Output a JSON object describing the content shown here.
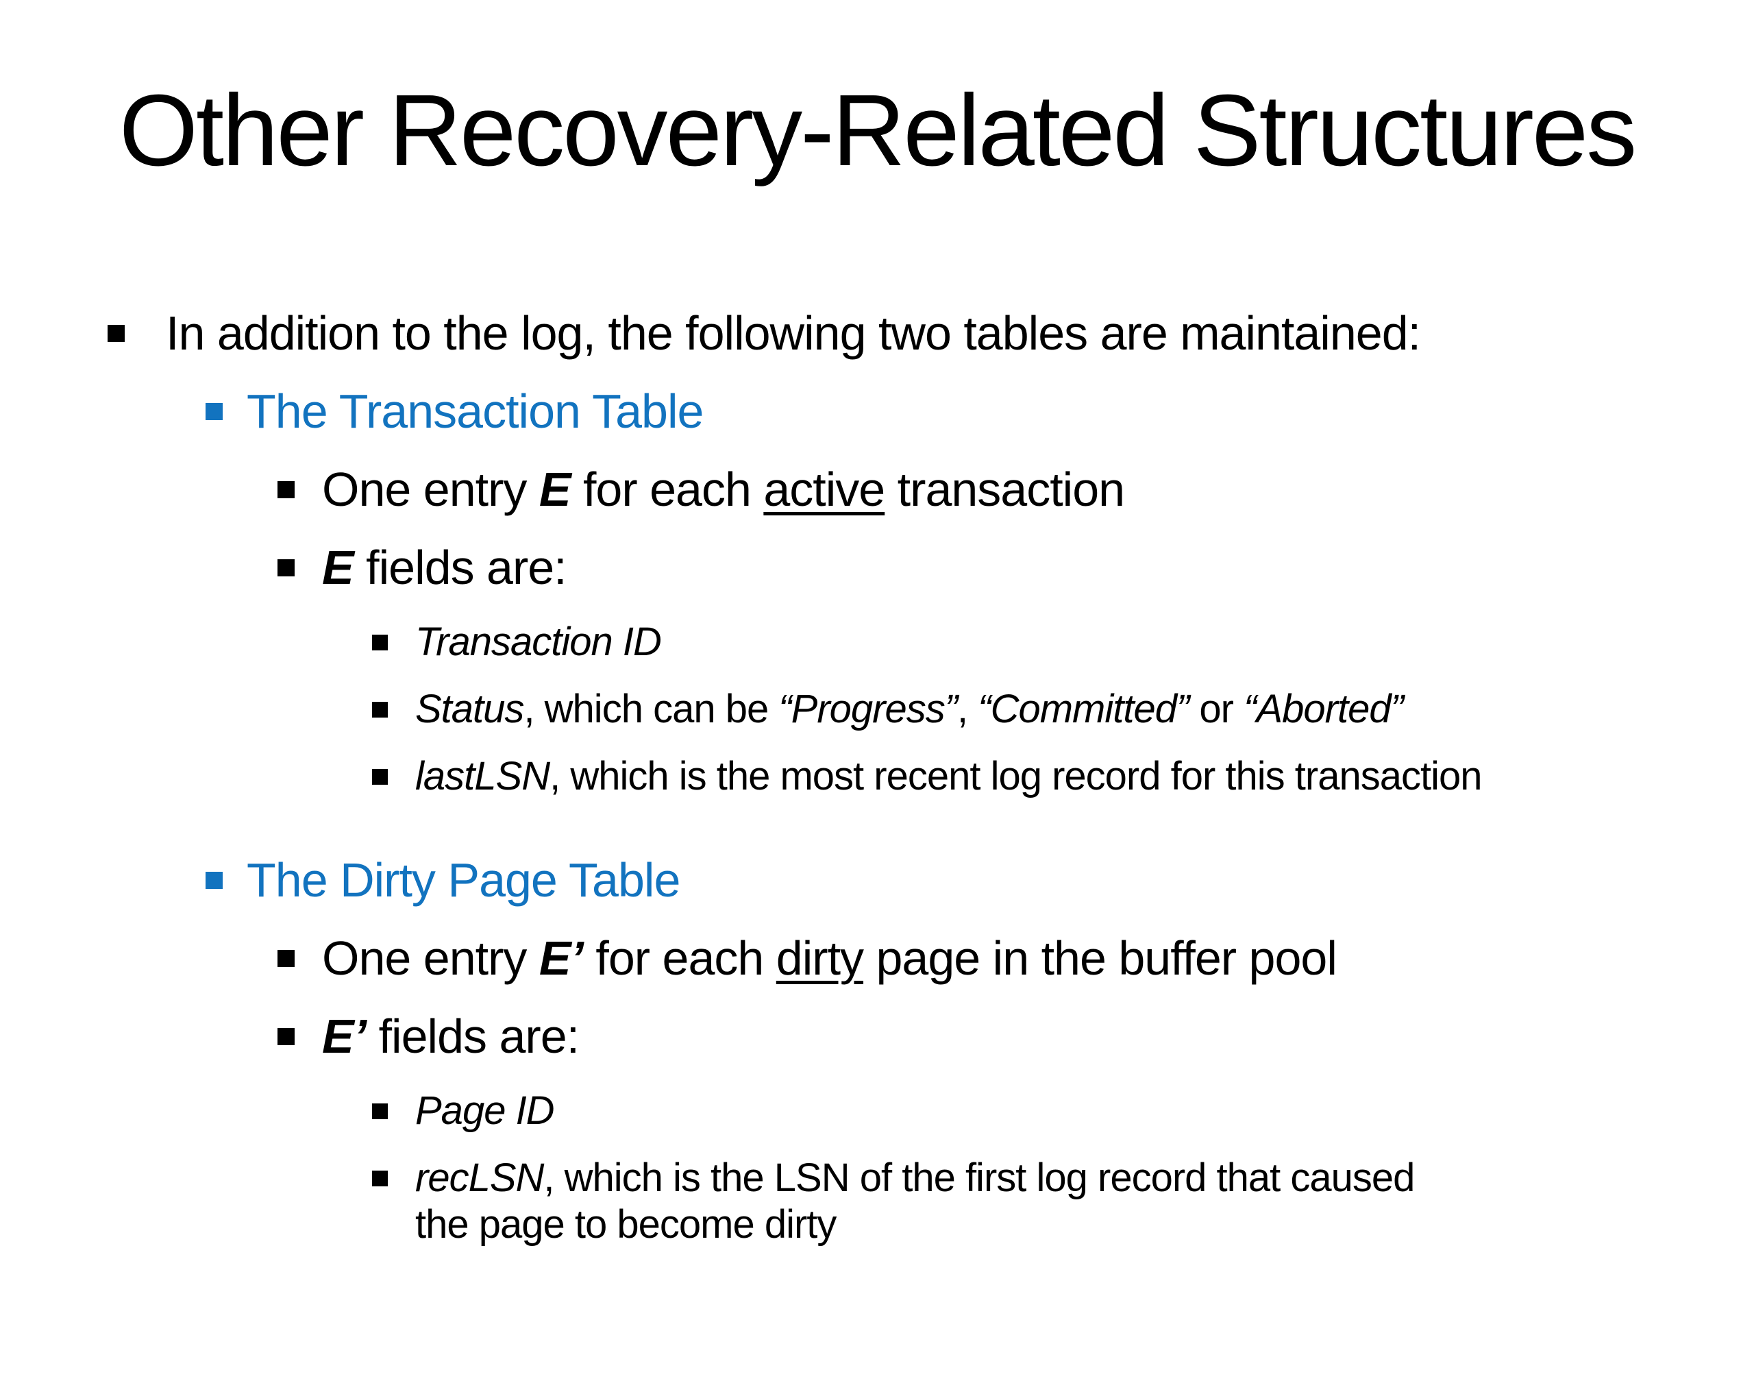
{
  "slide": {
    "background_color": "#FFFFFF",
    "text_color": "#000000",
    "accent_blue": "#1273BF",
    "title": "Other Recovery-Related Structures",
    "bullets": [
      {
        "level": 1,
        "runs": [
          {
            "text": "In addition to the log, the following two tables are maintained:"
          }
        ]
      },
      {
        "level": 2,
        "color": "blue",
        "runs": [
          {
            "text": "The Transaction Table"
          }
        ]
      },
      {
        "level": 3,
        "runs": [
          {
            "text": "One entry "
          },
          {
            "text": "E",
            "style": "bold-italic"
          },
          {
            "text": " for each "
          },
          {
            "text": "active",
            "style": "underline"
          },
          {
            "text": " transaction"
          }
        ]
      },
      {
        "level": 3,
        "runs": [
          {
            "text": "E",
            "style": "bold-italic"
          },
          {
            "text": " fields are:"
          }
        ]
      },
      {
        "level": 4,
        "runs": [
          {
            "text": "Transaction ID",
            "style": "italic"
          }
        ]
      },
      {
        "level": 4,
        "runs": [
          {
            "text": "Status",
            "style": "italic"
          },
          {
            "text": ", which can be "
          },
          {
            "text": "“Progress”",
            "style": "italic"
          },
          {
            "text": ", "
          },
          {
            "text": "“Committed”",
            "style": "italic"
          },
          {
            "text": " or "
          },
          {
            "text": "“Aborted”",
            "style": "italic"
          }
        ]
      },
      {
        "level": 4,
        "runs": [
          {
            "text": "lastLSN",
            "style": "italic"
          },
          {
            "text": ", which is the most recent log record for this transaction"
          }
        ]
      },
      {
        "level": 2,
        "color": "blue",
        "spacing_before": true,
        "runs": [
          {
            "text": "The Dirty Page Table"
          }
        ]
      },
      {
        "level": 3,
        "runs": [
          {
            "text": "One entry "
          },
          {
            "text": "E’",
            "style": "bold-italic"
          },
          {
            "text": " for each "
          },
          {
            "text": "dirty",
            "style": "underline"
          },
          {
            "text": " page in the buffer pool"
          }
        ]
      },
      {
        "level": 3,
        "runs": [
          {
            "text": "E’",
            "style": "bold-italic"
          },
          {
            "text": " fields are:"
          }
        ]
      },
      {
        "level": 4,
        "runs": [
          {
            "text": "Page ID",
            "style": "italic"
          }
        ]
      },
      {
        "level": 4,
        "runs": [
          {
            "text": "recLSN",
            "style": "italic"
          },
          {
            "text": ", which is the LSN of the first log record that caused",
            "break_after": true
          },
          {
            "text": "the page to become dirty"
          }
        ]
      }
    ]
  }
}
